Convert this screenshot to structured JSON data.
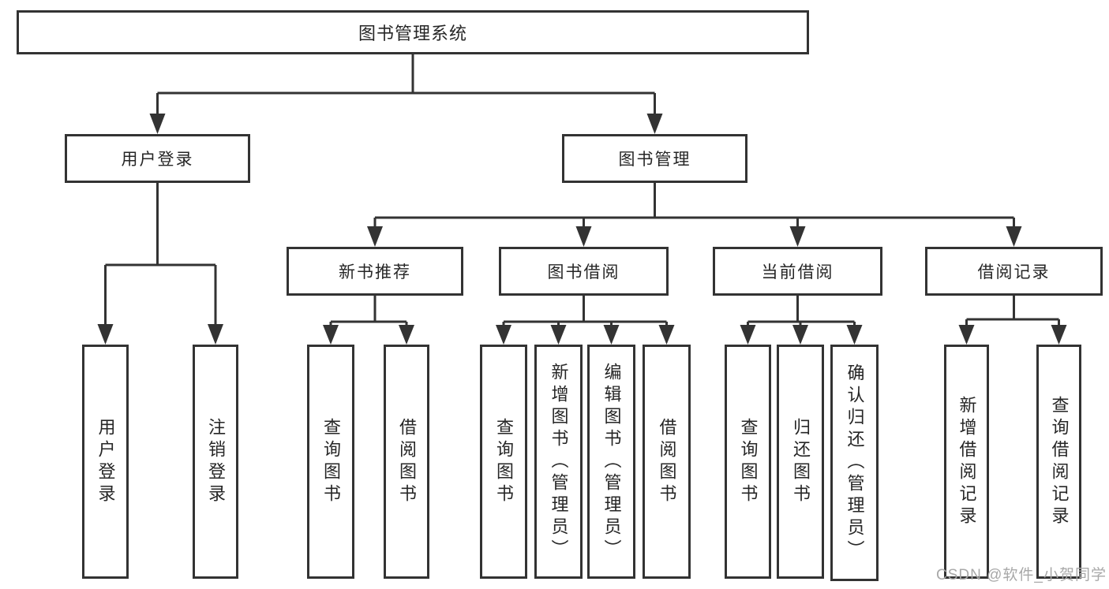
{
  "diagram": {
    "title": "图书管理系统",
    "nodes": {
      "root": "图书管理系统",
      "user_login": "用户登录",
      "book_mgmt": "图书管理",
      "new_book_rec": "新书推荐",
      "book_borrow": "图书借阅",
      "current_borrow": "当前借阅",
      "borrow_record": "借阅记录",
      "ul_login": "用户登录",
      "ul_logout": "注销登录",
      "nb_query": "查询图书",
      "nb_borrow": "借阅图书",
      "bb_query": "查询图书",
      "bb_add": "新增图书（管理员）",
      "bb_edit": "编辑图书（管理员）",
      "bb_borrow": "借阅图书",
      "cb_query": "查询图书",
      "cb_return": "归还图书",
      "cb_confirm": "确认归还（管理员）",
      "br_add": "新增借阅记录",
      "br_query": "查询借阅记录"
    },
    "hierarchy": [
      {
        "parent": "图书管理系统",
        "children": [
          "用户登录",
          "图书管理"
        ]
      },
      {
        "parent": "用户登录",
        "children": [
          "用户登录",
          "注销登录"
        ]
      },
      {
        "parent": "图书管理",
        "children": [
          "新书推荐",
          "图书借阅",
          "当前借阅",
          "借阅记录"
        ]
      },
      {
        "parent": "新书推荐",
        "children": [
          "查询图书",
          "借阅图书"
        ]
      },
      {
        "parent": "图书借阅",
        "children": [
          "查询图书",
          "新增图书（管理员）",
          "编辑图书（管理员）",
          "借阅图书"
        ]
      },
      {
        "parent": "当前借阅",
        "children": [
          "查询图书",
          "归还图书",
          "确认归还（管理员）"
        ]
      },
      {
        "parent": "借阅记录",
        "children": [
          "新增借阅记录",
          "查询借阅记录"
        ]
      }
    ],
    "colors": {
      "line": "#333333",
      "text": "#262626",
      "watermark_text": "#a8a8a8",
      "background": "#ffffff"
    }
  },
  "watermark": "CSDN @软件_小贺同学"
}
